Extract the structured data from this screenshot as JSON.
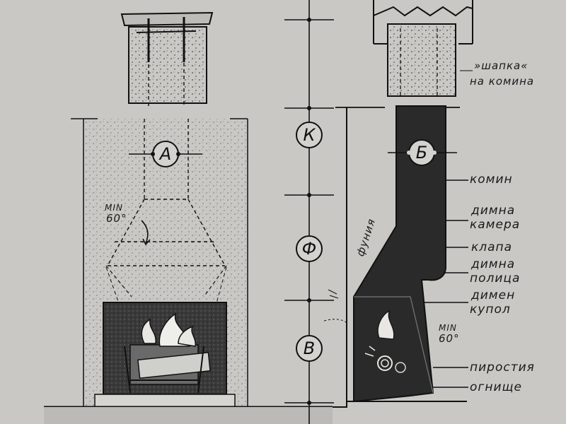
{
  "labels": {
    "circle_a": "A",
    "circle_b": "Б",
    "circle_k": "К",
    "circle_f": "Ф",
    "circle_v": "В",
    "min_left_1": "MIN",
    "min_left_2": "60°",
    "min_right_1": "MIN",
    "min_right_2": "60°",
    "funia": "фуния",
    "shapka_1": "»шапка«",
    "shapka_2": "на комина",
    "komin": "комин",
    "dimna_kamera_1": "димна",
    "dimna_kamera_2": "камера",
    "klapa": "клапа",
    "dimna_polica_1": "димна",
    "dimna_polica_2": "полица",
    "dimen_kupol_1": "димен",
    "dimen_kupol_2": "купол",
    "pirostia": "пиростия",
    "ognishte": "огнище"
  },
  "colors": {
    "paper": "#c9c8c4",
    "ink": "#1a1a1a",
    "dark_fill": "#2a2a2a"
  }
}
